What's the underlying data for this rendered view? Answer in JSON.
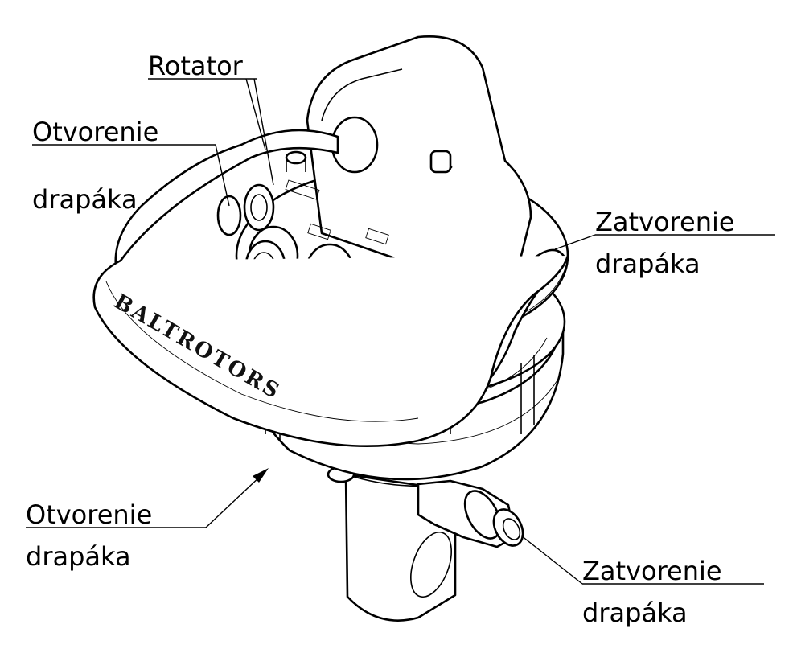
{
  "labels": {
    "rotator": "Rotator",
    "grab_open_top_line1": "Otvorenie",
    "grab_open_top_line2": "drapáka",
    "grab_close_right_line1": "Zatvorenie",
    "grab_close_right_line2": "drapáka",
    "grab_open_bottom_line1": "Otvorenie",
    "grab_open_bottom_line2": "drapáka",
    "grab_close_bottom_line1": "Zatvorenie",
    "grab_close_bottom_line2": "drapáka"
  },
  "brand_text": "BALTROTORS"
}
